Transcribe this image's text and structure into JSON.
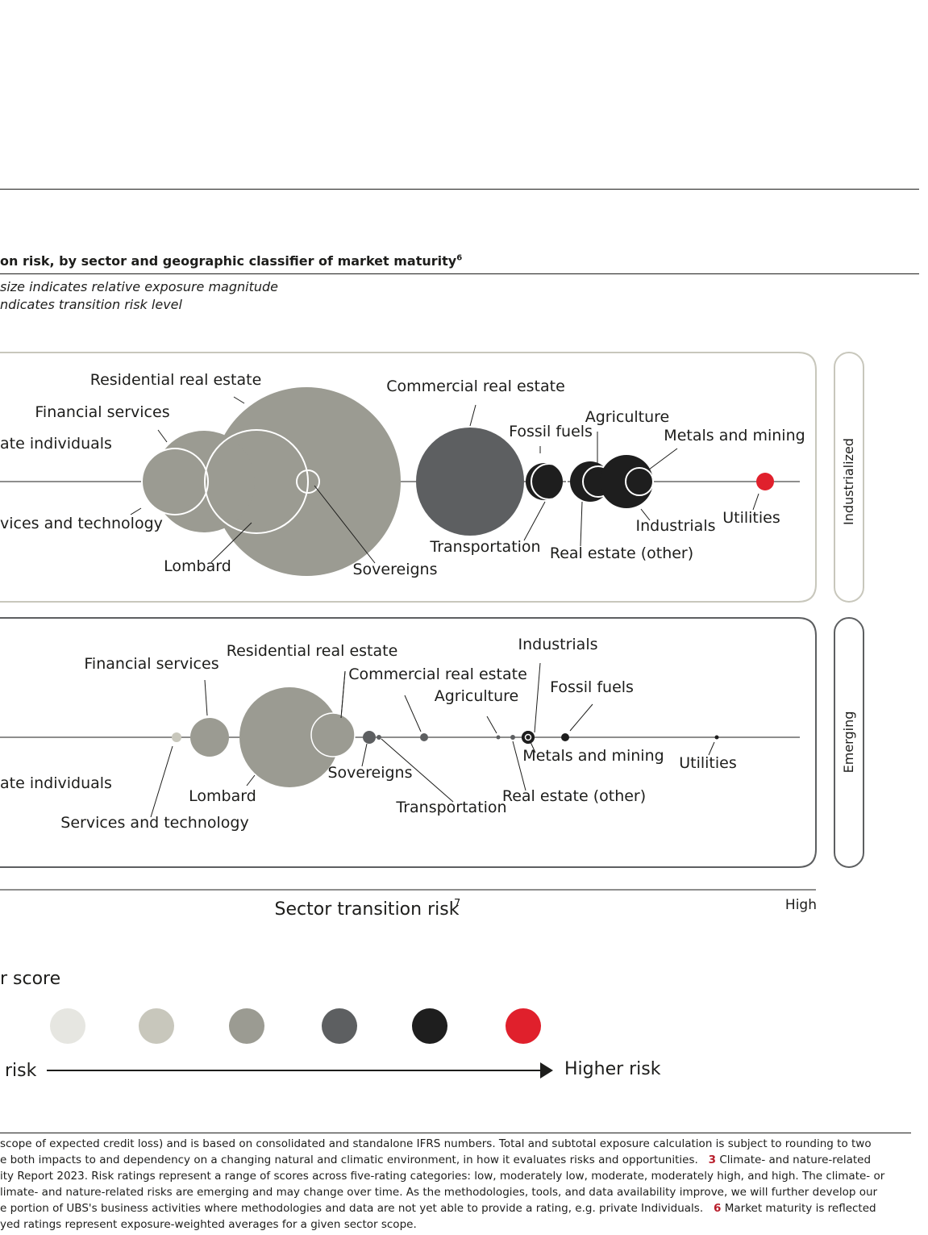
{
  "header": {
    "title": "on risk, by sector and geographic classifier of market maturity",
    "title_sup": "6",
    "subtitle_1": "size indicates relative exposure magnitude",
    "subtitle_2": "ndicates transition risk level"
  },
  "chart_data": {
    "type": "scatter",
    "encoding": "bubble size = relative exposure magnitude; bubble color = transition risk level",
    "xlabel": "Sector transition risk",
    "xlabel_sup": "7",
    "x_high_label": "High",
    "risk_colors": [
      "#e6e6e1",
      "#c8c7bc",
      "#9b9b92",
      "#5d5f61",
      "#1e1e1e",
      "#e0202c"
    ],
    "panels": [
      {
        "name": "Industrialized",
        "bubbles": [
          {
            "label": "Residential real estate",
            "risk_level": 3
          },
          {
            "label": "Financial services",
            "risk_level": 3
          },
          {
            "label": "ate individuals",
            "risk_level": 3
          },
          {
            "label": "vices and technology",
            "risk_level": 3
          },
          {
            "label": "Lombard",
            "risk_level": 3
          },
          {
            "label": "Sovereigns",
            "risk_level": 3
          },
          {
            "label": "Commercial real estate",
            "risk_level": 4
          },
          {
            "label": "Fossil fuels",
            "risk_level": 5
          },
          {
            "label": "Transportation",
            "risk_level": 5
          },
          {
            "label": "Agriculture",
            "risk_level": 5
          },
          {
            "label": "Real estate (other)",
            "risk_level": 5
          },
          {
            "label": "Metals and mining",
            "risk_level": 5
          },
          {
            "label": "Industrials",
            "risk_level": 5
          },
          {
            "label": "Utilities",
            "risk_level": 6
          }
        ]
      },
      {
        "name": "Emerging",
        "bubbles": [
          {
            "label": "Financial services",
            "risk_level": 3
          },
          {
            "label": "Residential real estate",
            "risk_level": 3
          },
          {
            "label": "Commercial real estate",
            "risk_level": 4
          },
          {
            "label": "Agriculture",
            "risk_level": 4
          },
          {
            "label": "Industrials",
            "risk_level": 5
          },
          {
            "label": "Fossil fuels",
            "risk_level": 5
          },
          {
            "label": "ate individuals",
            "risk_level": 2
          },
          {
            "label": "Services and technology",
            "risk_level": 2
          },
          {
            "label": "Lombard",
            "risk_level": 3
          },
          {
            "label": "Sovereigns",
            "risk_level": 4
          },
          {
            "label": "Transportation",
            "risk_level": 4
          },
          {
            "label": "Metals and mining",
            "risk_level": 5
          },
          {
            "label": "Real estate (other)",
            "risk_level": 4
          },
          {
            "label": "Utilities",
            "risk_level": 5
          }
        ]
      }
    ],
    "legend": {
      "title": "r score",
      "low_label": "risk",
      "high_label": "Higher risk"
    }
  },
  "footnotes": {
    "line_1": "scope of expected credit loss) and is based on consolidated and standalone IFRS numbers. Total and subtotal exposure calculation is subject to rounding to two",
    "line_2_a": "e both impacts to and dependency on a changing natural and climatic environment, in how it evaluates risks and opportunities.",
    "line_2_num": "3",
    "line_2_b": "Climate- and nature-related",
    "line_3": "ity Report 2023. Risk ratings represent a range of scores across five-rating categories: low, moderately low, moderate, moderately high, and high. The climate- or",
    "line_4": "limate- and nature-related risks are emerging and may change over time. As the methodologies, tools, and data availability improve, we will further develop our",
    "line_5_a": "e portion of UBS's business activities where methodologies and data are not yet able to provide a rating, e.g. private Individuals.",
    "line_5_num": "6",
    "line_5_b": "Market maturity is reflected",
    "line_6": "yed ratings represent exposure-weighted averages for a given sector scope."
  }
}
